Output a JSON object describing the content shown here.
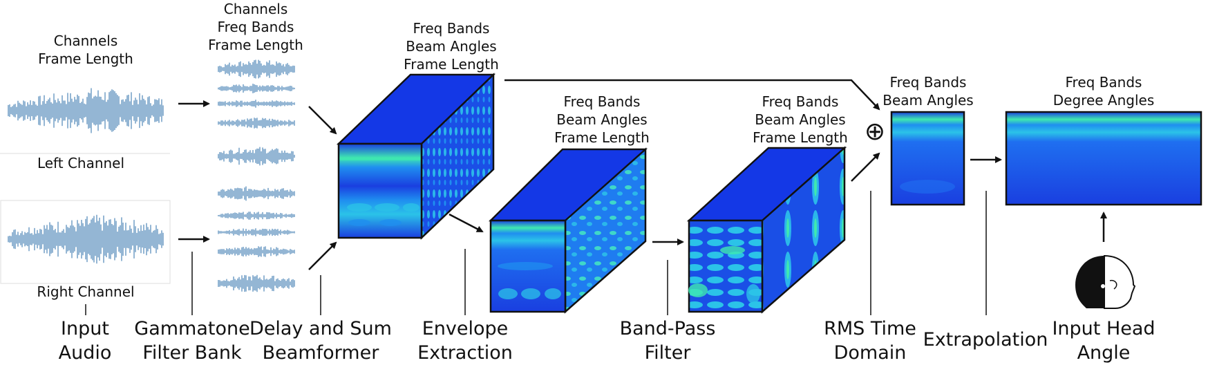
{
  "audio_top_label": "Channels\nFrame Length",
  "left_channel_label": "Left Channel",
  "right_channel_label": "Right Channel",
  "gammatone_top_label": "Channels\nFreq Bands\nFrame Length",
  "beamformer_top_label": "Freq Bands\nBeam Angles\nFrame Length",
  "envelope_top_label": "Freq Bands\nBeam Angles\nFrame Length",
  "bandpass_top_label": "Freq Bands\nBeam Angles\nFrame Length",
  "rms_top_label": "Freq Bands\nBeam Angles",
  "extrap_top_label": "Freq Bands\nDegree Angles",
  "sum_symbol": "⊕",
  "stages": {
    "input_audio": "Input\nAudio",
    "gammatone": "Gammatone\nFilter Bank",
    "beamformer": "Delay and Sum\nBeamformer",
    "envelope": "Envelope\nExtraction",
    "bandpass": "Band-Pass\nFilter",
    "rms": "RMS Time\nDomain",
    "extrapolation": "Extrapolation",
    "head_angle": "Input Head\nAngle"
  },
  "colors": {
    "cube_top": "#1438e6",
    "heat_dark": "#1a3fe0",
    "heat_mid": "#1f8ef0",
    "heat_bright": "#3fe8b0",
    "wave": "#2a6ea8"
  }
}
